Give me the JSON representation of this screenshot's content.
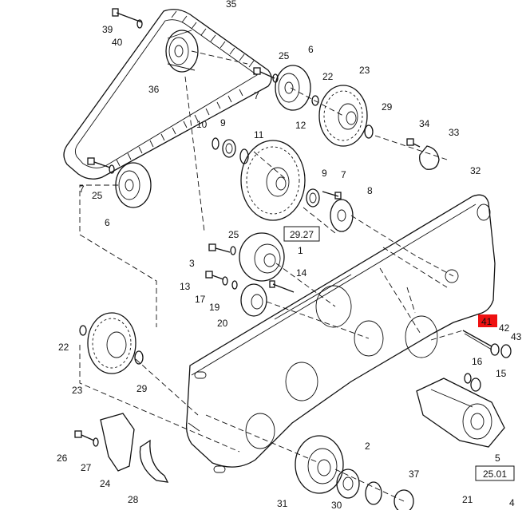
{
  "diagram": {
    "highlight_color": "#ee1111",
    "callouts": {
      "c35": "35",
      "c39": "39",
      "c40": "40",
      "c36": "36",
      "c6a": "6",
      "c25a": "25",
      "c7a": "7",
      "c22a": "22",
      "c23a": "23",
      "c29a": "29",
      "c34": "34",
      "c33": "33",
      "c10": "10",
      "c9a": "9",
      "c11": "11",
      "c12": "12",
      "c9b": "9",
      "c7b": "7",
      "c8": "8",
      "c32": "32",
      "c7c": "7",
      "c25b": "25",
      "c6b": "6",
      "c25c": "25",
      "c3": "3",
      "c1": "1",
      "c14": "14",
      "c13": "13",
      "c17": "17",
      "c19": "19",
      "c20": "20",
      "c41": "41",
      "c42": "42",
      "c43": "43",
      "c22b": "22",
      "c23b": "23",
      "c29b": "29",
      "c16": "16",
      "c15": "15",
      "c26": "26",
      "c27": "27",
      "c24": "24",
      "c28": "28",
      "c2": "2",
      "c31": "31",
      "c30": "30",
      "c37": "37",
      "c21": "21",
      "c5": "5",
      "c4": "4"
    },
    "refs": {
      "r1": "29.27",
      "r2": "25.01"
    }
  }
}
